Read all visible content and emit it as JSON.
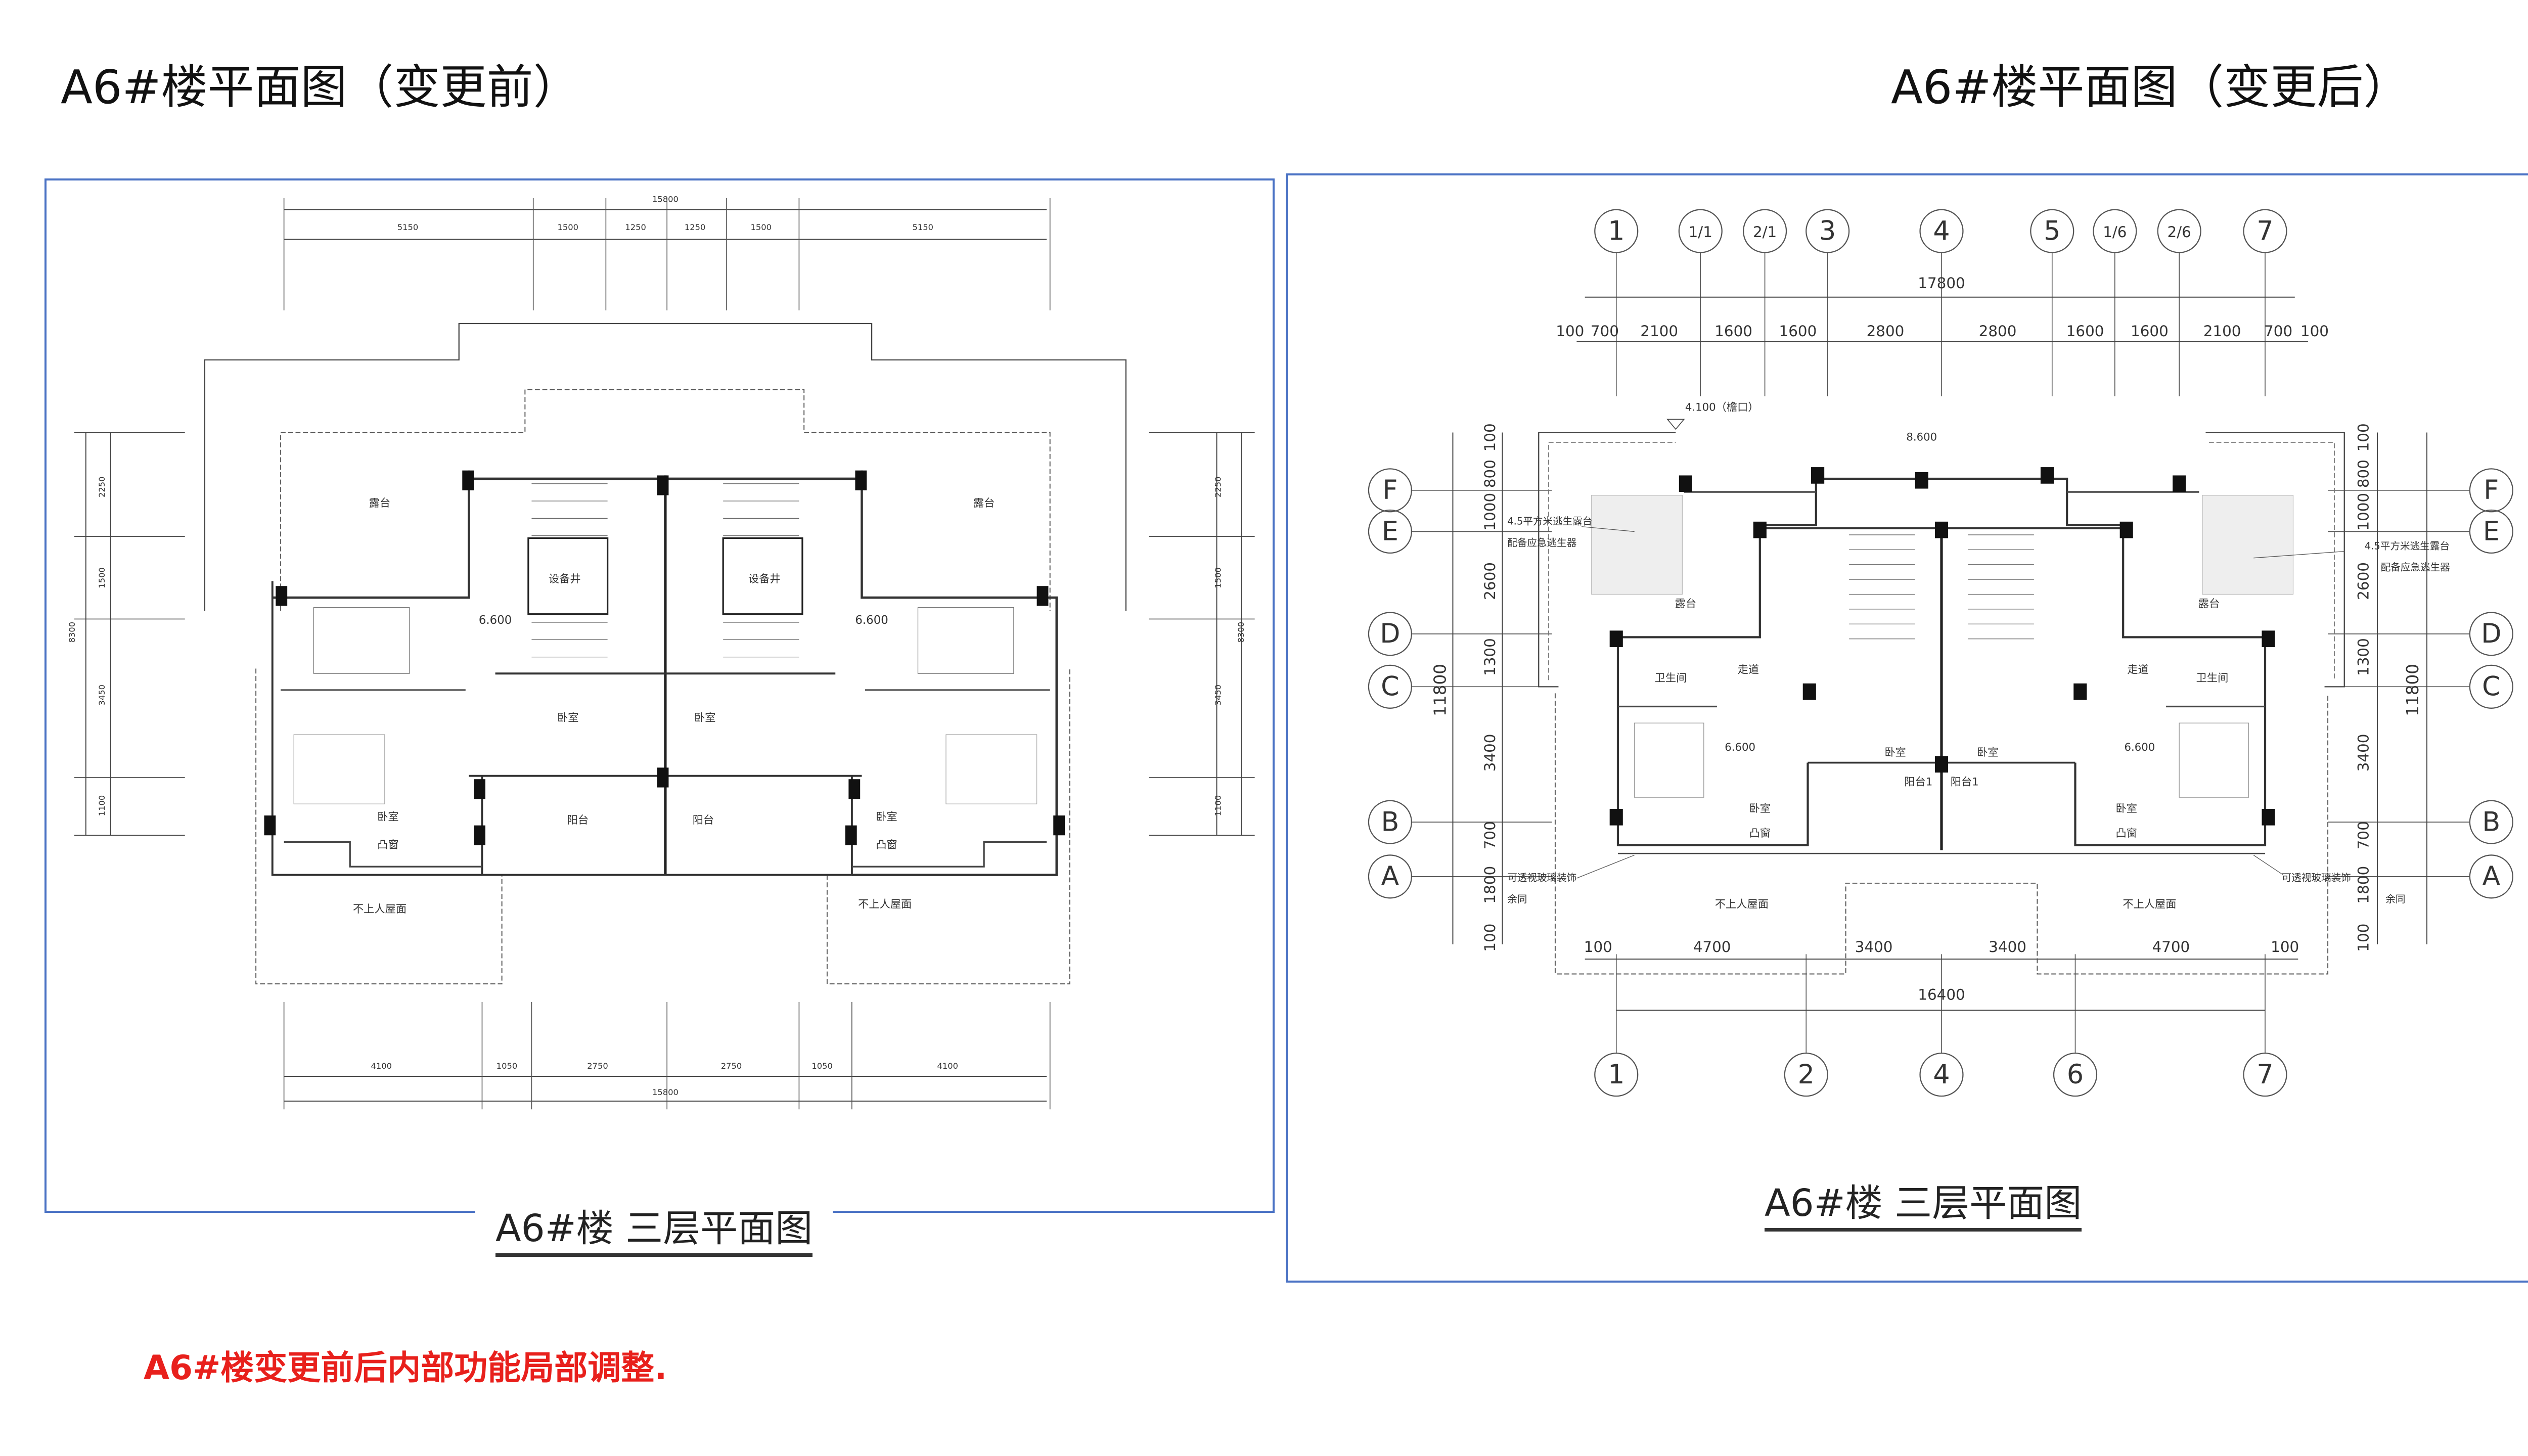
{
  "titles": {
    "left": "A6#楼平面图（变更前）",
    "right": "A6#楼平面图（变更后）"
  },
  "captions": {
    "left": "A6#楼  三层平面图",
    "right": "A6#楼  三层平面图"
  },
  "note": "A6#楼变更前后内部功能局部调整.",
  "colors": {
    "frame": "#4a72c4",
    "note": "#e8201c"
  },
  "before_plan": {
    "overall_dim_top": "15800",
    "dims_top": [
      "5150",
      "1500",
      "1250",
      "1250",
      "1500",
      "5150"
    ],
    "overall_dim_bottom": "15800",
    "dims_bottom": [
      "4100",
      "1050",
      "2750",
      "2750",
      "1050",
      "4100"
    ],
    "dims_left": [
      "2250",
      "1500",
      "3450",
      "1100"
    ],
    "overall_dim_left": "8300",
    "dims_right": [
      "2250",
      "1500",
      "3450",
      "1100"
    ],
    "overall_dim_right": "8300",
    "rooms": [
      "露台",
      "露台",
      "设备井",
      "设备井",
      "6.600",
      "6.600",
      "卧室",
      "卧室",
      "卧室",
      "卧室",
      "凸窗",
      "凸窗",
      "阳台",
      "阳台",
      "不上人屋面",
      "不上人屋面"
    ]
  },
  "after_plan": {
    "axes_top": [
      "1",
      "1/1",
      "2/1",
      "3",
      "4",
      "5",
      "1/6",
      "2/6",
      "7"
    ],
    "axes_bottom": [
      "1",
      "2",
      "4",
      "6",
      "7"
    ],
    "axes_side": [
      "F",
      "E",
      "D",
      "C",
      "B",
      "A"
    ],
    "overall_dim_top": "17800",
    "dims_top": [
      "100",
      "700",
      "2100",
      "1600",
      "1600",
      "2800",
      "2800",
      "1600",
      "1600",
      "2100",
      "700",
      "100"
    ],
    "dims_side": [
      "100",
      "800",
      "1000",
      "2600",
      "1300",
      "3400",
      "700",
      "1800",
      "100"
    ],
    "overall_dim_side": "11800",
    "dims_bottom": [
      "100",
      "4700",
      "3400",
      "3400",
      "4700",
      "100"
    ],
    "overall_dim_bottom": "16400",
    "rooms": [
      "露台",
      "露台",
      "卫生间",
      "卫生间",
      "走道",
      "走道",
      "卧室",
      "卧室",
      "阳台1",
      "阳台1",
      "卧室",
      "卧室",
      "凸窗",
      "凸窗",
      "不上人屋面",
      "不上人屋面",
      "6.600",
      "6.600",
      "8.600",
      "4.100（檐口）"
    ],
    "annotations": [
      "4.5平方米逃生露台",
      "配备应急逃生器",
      "4.5平方米逃生露台",
      "配备应急逃生器",
      "可透视玻璃装饰",
      "余同",
      "可透视玻璃装饰",
      "余同"
    ]
  }
}
